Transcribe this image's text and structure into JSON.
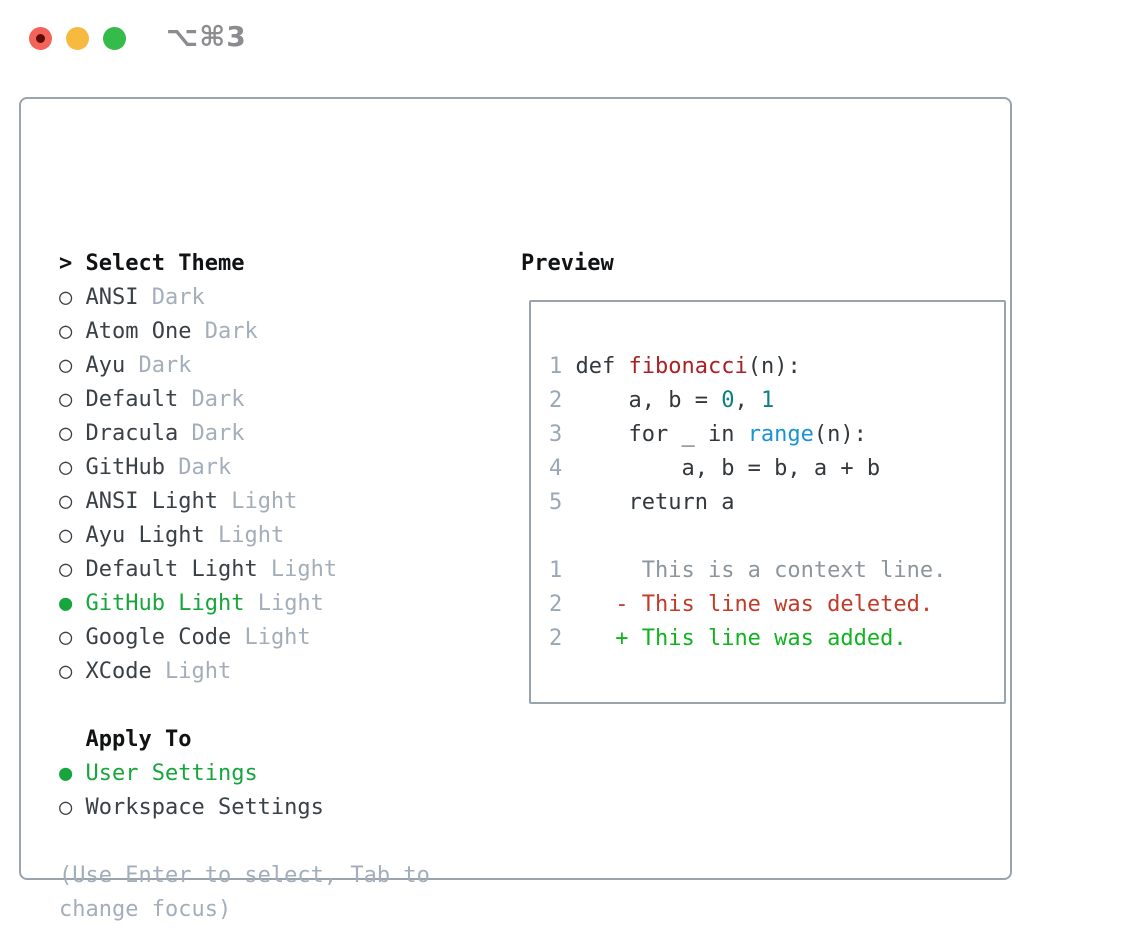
{
  "window": {
    "title": "⌥⌘3",
    "traffic_lights": {
      "close_color": "#f4635a",
      "close_dot_color": "#5c0b07",
      "minimize_color": "#f7ba40",
      "zoom_color": "#35bb49"
    },
    "title_color": "#8b8b90"
  },
  "palette": {
    "border": "#9aa4ae",
    "header_fg": "#101214",
    "item_fg": "#3a4046",
    "variant_fg": "#a4aebb",
    "help_fg": "#a4aebb",
    "selected_green": "#16a63c",
    "code": {
      "fg": "#33383d",
      "func": "#ac2024",
      "num": "#0d7e86",
      "builtin": "#1a93d6",
      "ln": "#9aa7b6",
      "ctx": "#8d959d",
      "del": "#c23a28",
      "add": "#11b31f"
    }
  },
  "theme_panel": {
    "header": {
      "prefix": ">",
      "label": "Select Theme"
    },
    "radio_on_glyph": "●",
    "radio_off_glyph": "○",
    "themes": [
      {
        "name": "ANSI",
        "variant": "Dark",
        "selected": false
      },
      {
        "name": "Atom One",
        "variant": "Dark",
        "selected": false
      },
      {
        "name": "Ayu",
        "variant": "Dark",
        "selected": false
      },
      {
        "name": "Default",
        "variant": "Dark",
        "selected": false
      },
      {
        "name": "Dracula",
        "variant": "Dark",
        "selected": false
      },
      {
        "name": "GitHub",
        "variant": "Dark",
        "selected": false
      },
      {
        "name": "ANSI Light",
        "variant": "Light",
        "selected": false
      },
      {
        "name": "Ayu Light",
        "variant": "Light",
        "selected": false
      },
      {
        "name": "Default Light",
        "variant": "Light",
        "selected": false
      },
      {
        "name": "GitHub Light",
        "variant": "Light",
        "selected": true
      },
      {
        "name": "Google Code",
        "variant": "Light",
        "selected": false
      },
      {
        "name": "XCode",
        "variant": "Light",
        "selected": false
      }
    ],
    "apply_header": "Apply To",
    "apply_options": [
      {
        "name": "User Settings",
        "selected": true
      },
      {
        "name": "Workspace Settings",
        "selected": false
      }
    ],
    "help_lines": [
      "(Use Enter to select, Tab to",
      "change focus)"
    ]
  },
  "preview_panel": {
    "header": "Preview",
    "lines": [
      {
        "num": "1",
        "tokens": [
          {
            "text": "def ",
            "color": "fg"
          },
          {
            "text": "fibonacci",
            "color": "func"
          },
          {
            "text": "(n):",
            "color": "fg"
          }
        ]
      },
      {
        "num": "2",
        "tokens": [
          {
            "text": "    a, b = ",
            "color": "fg"
          },
          {
            "text": "0",
            "color": "num"
          },
          {
            "text": ", ",
            "color": "fg"
          },
          {
            "text": "1",
            "color": "num"
          }
        ]
      },
      {
        "num": "3",
        "tokens": [
          {
            "text": "    for _ in ",
            "color": "fg"
          },
          {
            "text": "range",
            "color": "builtin"
          },
          {
            "text": "(n):",
            "color": "fg"
          }
        ]
      },
      {
        "num": "4",
        "tokens": [
          {
            "text": "        a, b = b, a + b",
            "color": "fg"
          }
        ]
      },
      {
        "num": "5",
        "tokens": [
          {
            "text": "    return a",
            "color": "fg"
          }
        ]
      },
      {
        "num": "",
        "tokens": []
      },
      {
        "num": "1",
        "tokens": [
          {
            "text": "     This is a context line.",
            "color": "ctx"
          }
        ]
      },
      {
        "num": "2",
        "tokens": [
          {
            "text": "   - This line was deleted.",
            "color": "del"
          }
        ]
      },
      {
        "num": "2",
        "tokens": [
          {
            "text": "   + This line was added.",
            "color": "add"
          }
        ]
      }
    ]
  }
}
